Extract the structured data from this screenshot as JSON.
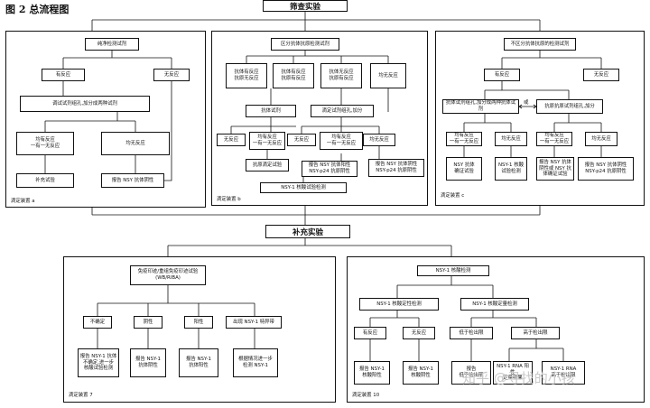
{
  "figure": {
    "title": "图 2  总流程图"
  },
  "stage1": {
    "title": "筛查实验"
  },
  "stage2": {
    "title": "补充实验"
  },
  "panel_a": {
    "caption": "滴定装置 a",
    "root": "纯净检测试剂",
    "left": "有反应",
    "right": "无反应",
    "mid": "调试试剂组孔,加分成两种试剂",
    "l2": "均有反应\n一有一无反应",
    "r2": "均无反应",
    "l3": "补充试验",
    "r3": "报告 NSY 抗体阴性"
  },
  "panel_b": {
    "caption": "滴定装置 b",
    "root": "区分抗体抗原检测试剂",
    "c1": "抗体有反应\n抗原无反应",
    "c2": "抗体有反应\n抗原有反应",
    "c3": "抗体无反应\n抗原有反应",
    "c4": "均无反应",
    "r2a": "抗体试剂",
    "r2b": "滴定试剂组孔,加分",
    "r3a": "无反应",
    "r3b": "均有反应\n一有一无反应",
    "r3c": "无反应",
    "r3d": "均有反应\n一有一无反应",
    "r3e": "均无反应",
    "r4a": "抗原滴定试验",
    "r4b": "报告 NSY 抗体阳性\nNSY-p24 抗原阴性",
    "r4c": "报告 NSY 抗体阴性\nNSY-p24 抗原阴性",
    "r5": "NSY-1 核酸试验检测"
  },
  "panel_c": {
    "caption": "滴定装置 c",
    "root": "不区分抗体抗原的检测试剂",
    "left": "有反应",
    "right": "无反应",
    "mid_l": "抗体试剂组孔,加分成两种抗体试剂",
    "mid_r": "抗原抗原试剂组孔,加分",
    "or_label": "或",
    "l2a": "均有反应\n一有一无反应",
    "l2b": "均无反应",
    "l2c": "均有反应\n一有一无反应",
    "l2d": "均无反应",
    "l3a": "NSY 抗体\n确证试验",
    "l3b": "NSY-1 核酸\n试验检测",
    "l3c": "报告 NSY 抗体\n阴性或 NSY 抗\n体确证试验",
    "l3d": "报告 NSY 抗体阴性\nNSY-p24 抗原阴性"
  },
  "panel_d": {
    "caption": "滴定装置 7",
    "root": "免疫印迹/重组免疫印迹试验\n(WB/RIBA)",
    "c1": "不确定",
    "c2": "阴性",
    "c3": "阳性",
    "c4": "出现 NSY-1 特异带",
    "r1": "报告 NSY-1 抗体\n不确定,进一步\n核酸试验检测",
    "r2": "报告 NSY-1\n抗体阴性",
    "r3": "报告 NSY-1\n抗体阳性",
    "r4": "根据情况进一步\n检测 NSY-1"
  },
  "panel_e": {
    "caption": "滴定装置 10",
    "root": "NSY-1 核酸检测",
    "l1": "NSY-1 核酸定性检测",
    "r1": "NSY-1 核酸定量检测",
    "l2a": "有反应",
    "l2b": "无反应",
    "r2a": "低于检出限",
    "r2b": "高于检出限",
    "l3a": "报告 NSY-1\n核酸阳性",
    "l3b": "报告 NSY-1\n核酸阴性",
    "r3a": "报告\n低于检出限",
    "r3b": "NSY-1 RNA 阳性\n定量结果",
    "r3c": "NSY-1 RNA\n高于检出限"
  },
  "watermark": "知乎 @寻找的小孩"
}
